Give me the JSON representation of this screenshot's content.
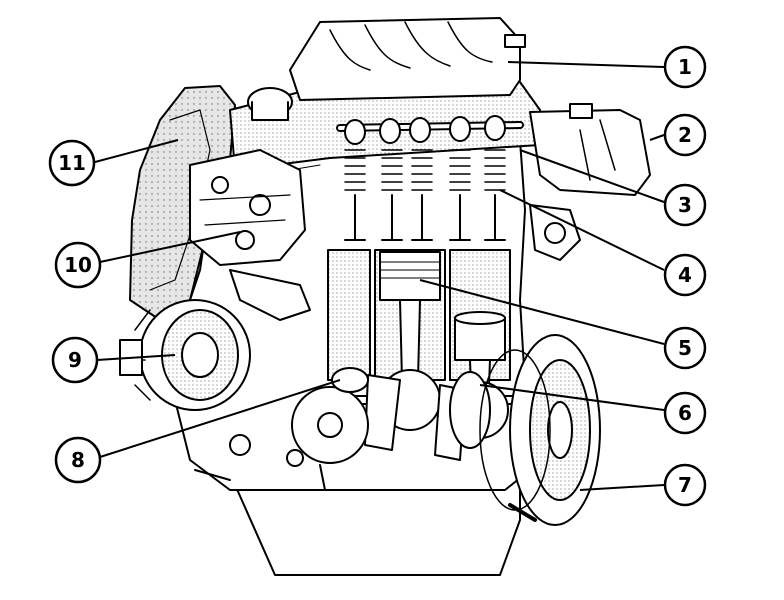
{
  "diagram": {
    "type": "engine-cutaway-illustration",
    "colors": {
      "ink": "#000000",
      "paper": "#ffffff",
      "shade": "#d9d9d9"
    },
    "callouts": [
      {
        "id": "c1",
        "label": "1"
      },
      {
        "id": "c2",
        "label": "2"
      },
      {
        "id": "c3",
        "label": "3"
      },
      {
        "id": "c4",
        "label": "4"
      },
      {
        "id": "c5",
        "label": "5"
      },
      {
        "id": "c6",
        "label": "6"
      },
      {
        "id": "c7",
        "label": "7"
      },
      {
        "id": "c8",
        "label": "8"
      },
      {
        "id": "c9",
        "label": "9"
      },
      {
        "id": "c10",
        "label": "10"
      },
      {
        "id": "c11",
        "label": "11"
      }
    ]
  }
}
